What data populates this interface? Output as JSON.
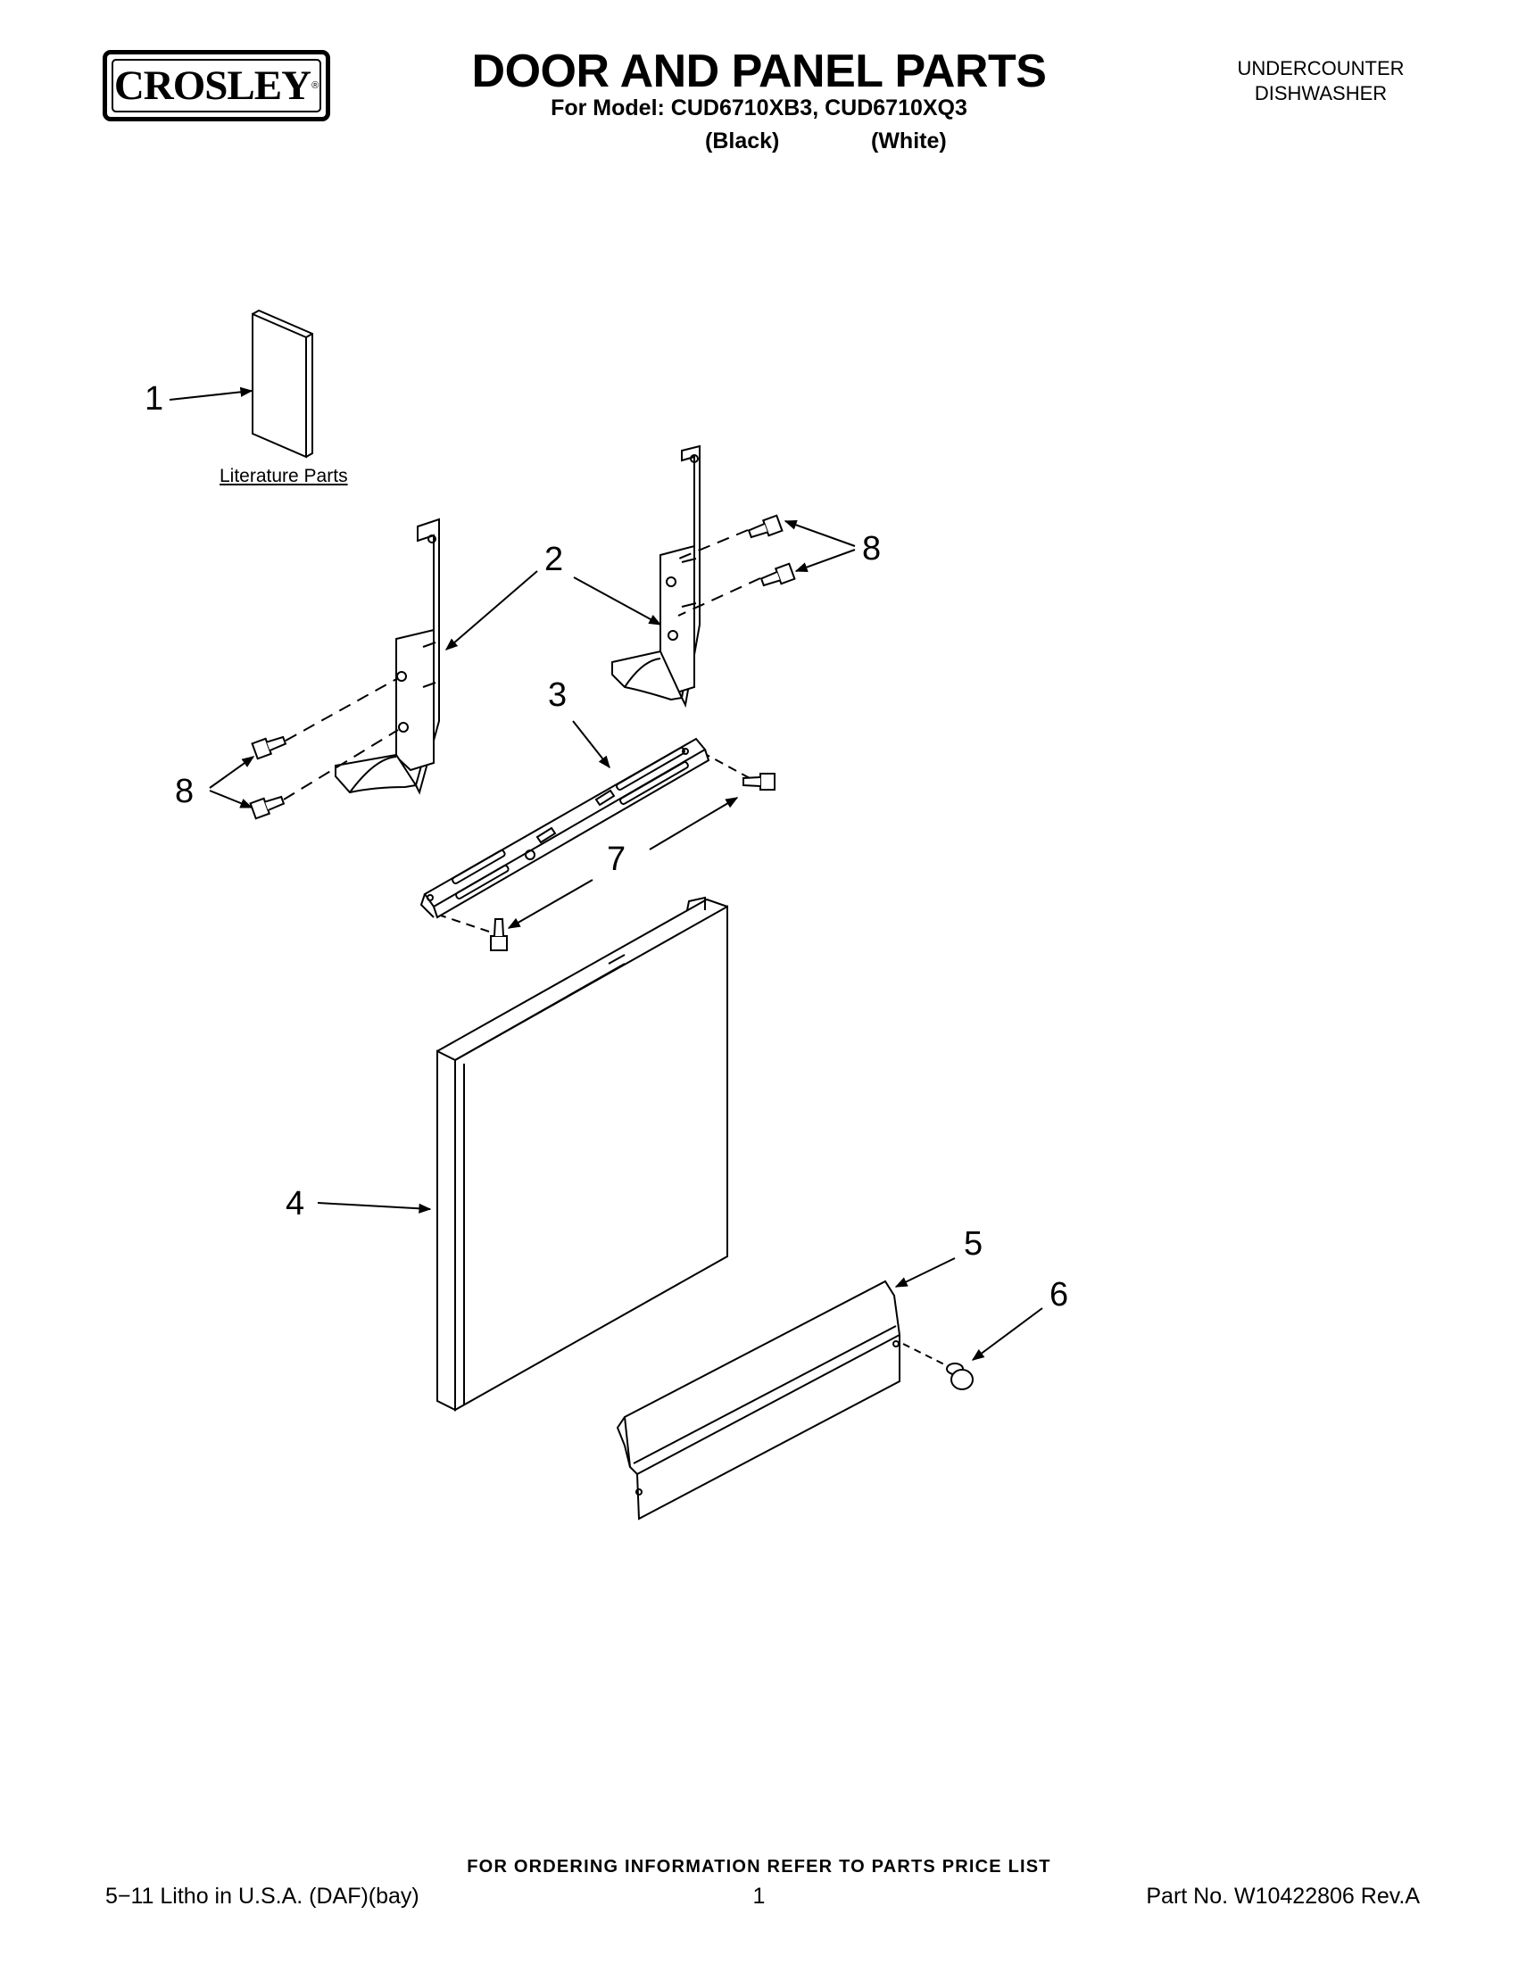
{
  "header": {
    "brand": "CROSLEY",
    "title": "DOOR AND PANEL PARTS",
    "model_line": "For Model: CUD6710XB3, CUD6710XQ3",
    "color_black": "(Black)",
    "color_white": "(White)",
    "appliance_line1": "UNDERCOUNTER",
    "appliance_line2": "DISHWASHER"
  },
  "diagram": {
    "literature_label": "Literature Parts",
    "callouts": [
      "1",
      "2",
      "3",
      "4",
      "5",
      "6",
      "7",
      "8",
      "8"
    ]
  },
  "footer": {
    "ordering_note": "FOR ORDERING INFORMATION REFER TO PARTS PRICE LIST",
    "litho": "5−11 Litho in U.S.A. (DAF)(bay)",
    "page_number": "1",
    "part_number": "Part No. W10422806 Rev.A"
  }
}
